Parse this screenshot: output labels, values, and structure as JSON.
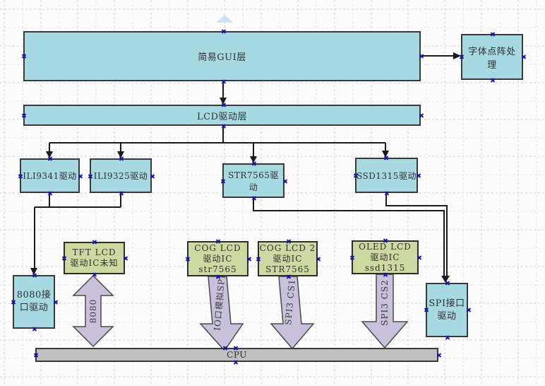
{
  "diagram": {
    "gui_layer": {
      "label": "简易GUI层"
    },
    "font_matrix": {
      "label": "字体点阵处理"
    },
    "lcd_layer": {
      "label": "LCD驱动层"
    },
    "drivers": [
      {
        "label": "ILI9341驱动"
      },
      {
        "label": "ILI9325驱动"
      },
      {
        "label": "STR7565驱动"
      },
      {
        "label": "SSD1315驱动"
      }
    ],
    "ics": [
      {
        "lines": [
          "TFT LCD",
          "驱动IC未知"
        ]
      },
      {
        "lines": [
          "COG LCD",
          "驱动IC",
          "str7565"
        ]
      },
      {
        "lines": [
          "COG LCD 2",
          "驱动IC",
          "STR7565"
        ]
      },
      {
        "lines": [
          "OLED LCD",
          "驱动IC",
          "ssd1315"
        ]
      }
    ],
    "iface_8080": {
      "lines": [
        "8080接",
        "口驱动"
      ]
    },
    "iface_spi": {
      "lines": [
        "SPI接口",
        "驱动"
      ]
    },
    "cpu": {
      "label": "CPU"
    },
    "bus_labels": {
      "b8080": "8080",
      "io_spi": "IO口模拟SPI",
      "spi3_cs1": "SPI3 CS1",
      "spi3_cs2": "SPI3 CS2"
    },
    "colors": {
      "node_cyan": "#a7d9e2",
      "node_green": "#ccd9a1",
      "arrow_lavender": "#c9c1db",
      "cpu_gray": "#bfbfbf",
      "handle_blue": "#1414ad",
      "connector_black": "#1a1a1a"
    }
  }
}
